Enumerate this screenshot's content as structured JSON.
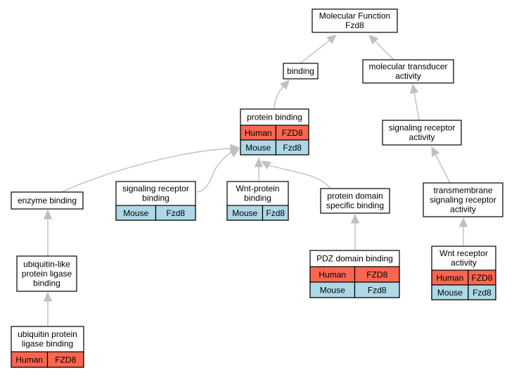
{
  "colors": {
    "human": "#fa6650",
    "mouse": "#add8e6",
    "edge": "#c0c0c0",
    "border": "#000000",
    "box": "#ffffff"
  },
  "nodes": [
    {
      "id": "molecular-function",
      "lines": [
        "Molecular Function",
        "Fzd8"
      ],
      "rows": []
    },
    {
      "id": "binding",
      "lines": [
        "binding"
      ],
      "rows": []
    },
    {
      "id": "molecular-transducer-activity",
      "lines": [
        "molecular transducer",
        "activity"
      ],
      "rows": []
    },
    {
      "id": "protein-binding",
      "lines": [
        "protein binding"
      ],
      "rows": [
        {
          "species": "Human",
          "gene": "FZD8"
        },
        {
          "species": "Mouse",
          "gene": "Fzd8"
        }
      ]
    },
    {
      "id": "signaling-receptor-activity",
      "lines": [
        "signaling receptor",
        "activity"
      ],
      "rows": []
    },
    {
      "id": "enzyme-binding",
      "lines": [
        "enzyme binding"
      ],
      "rows": []
    },
    {
      "id": "signaling-receptor-binding",
      "lines": [
        "signaling receptor",
        "binding"
      ],
      "rows": [
        {
          "species": "Mouse",
          "gene": "Fzd8"
        }
      ]
    },
    {
      "id": "wnt-protein-binding",
      "lines": [
        "Wnt-protein",
        "binding"
      ],
      "rows": [
        {
          "species": "Mouse",
          "gene": "Fzd8"
        }
      ]
    },
    {
      "id": "protein-domain-specific-binding",
      "lines": [
        "protein domain",
        "specific binding"
      ],
      "rows": []
    },
    {
      "id": "transmembrane-signaling-receptor-activity",
      "lines": [
        "transmembrane",
        "signaling receptor",
        "activity"
      ],
      "rows": []
    },
    {
      "id": "ubiquitin-like-protein-ligase-binding",
      "lines": [
        "ubiquitin-like",
        "protein ligase",
        "binding"
      ],
      "rows": []
    },
    {
      "id": "pdz-domain-binding",
      "lines": [
        "PDZ domain binding"
      ],
      "rows": [
        {
          "species": "Human",
          "gene": "FZD8"
        },
        {
          "species": "Mouse",
          "gene": "Fzd8"
        }
      ]
    },
    {
      "id": "wnt-receptor-activity",
      "lines": [
        "Wnt receptor",
        "activity"
      ],
      "rows": [
        {
          "species": "Human",
          "gene": "FZD8"
        },
        {
          "species": "Mouse",
          "gene": "Fzd8"
        }
      ]
    },
    {
      "id": "ubiquitin-protein-ligase-binding",
      "lines": [
        "ubiquitin protein",
        "ligase binding"
      ],
      "rows": [
        {
          "species": "Human",
          "gene": "FZD8"
        }
      ]
    }
  ],
  "edges": [
    {
      "from": "binding",
      "to": "molecular-function"
    },
    {
      "from": "molecular-transducer-activity",
      "to": "molecular-function"
    },
    {
      "from": "protein-binding",
      "to": "binding"
    },
    {
      "from": "signaling-receptor-activity",
      "to": "molecular-transducer-activity"
    },
    {
      "from": "enzyme-binding",
      "to": "protein-binding"
    },
    {
      "from": "signaling-receptor-binding",
      "to": "protein-binding"
    },
    {
      "from": "wnt-protein-binding",
      "to": "protein-binding"
    },
    {
      "from": "protein-domain-specific-binding",
      "to": "protein-binding"
    },
    {
      "from": "transmembrane-signaling-receptor-activity",
      "to": "signaling-receptor-activity"
    },
    {
      "from": "ubiquitin-like-protein-ligase-binding",
      "to": "enzyme-binding"
    },
    {
      "from": "pdz-domain-binding",
      "to": "protein-domain-specific-binding"
    },
    {
      "from": "wnt-receptor-activity",
      "to": "transmembrane-signaling-receptor-activity"
    },
    {
      "from": "ubiquitin-protein-ligase-binding",
      "to": "ubiquitin-like-protein-ligase-binding"
    }
  ]
}
